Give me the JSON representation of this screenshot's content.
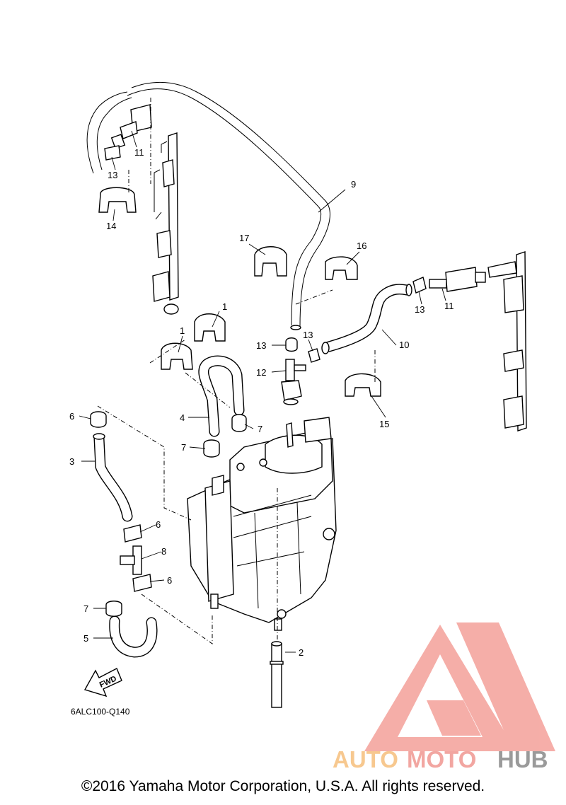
{
  "diagram": {
    "drawing_code": "6ALC100-Q140",
    "fwd_label": "FWD",
    "callouts": [
      {
        "id": "c1a",
        "text": "1"
      },
      {
        "id": "c1b",
        "text": "1"
      },
      {
        "id": "c2",
        "text": "2"
      },
      {
        "id": "c3",
        "text": "3"
      },
      {
        "id": "c4",
        "text": "4"
      },
      {
        "id": "c5",
        "text": "5"
      },
      {
        "id": "c6a",
        "text": "6"
      },
      {
        "id": "c6b",
        "text": "6"
      },
      {
        "id": "c6c",
        "text": "6"
      },
      {
        "id": "c7a",
        "text": "7"
      },
      {
        "id": "c7b",
        "text": "7"
      },
      {
        "id": "c7c",
        "text": "7"
      },
      {
        "id": "c8",
        "text": "8"
      },
      {
        "id": "c9",
        "text": "9"
      },
      {
        "id": "c10",
        "text": "10"
      },
      {
        "id": "c11a",
        "text": "11"
      },
      {
        "id": "c11b",
        "text": "11"
      },
      {
        "id": "c12",
        "text": "12"
      },
      {
        "id": "c13a",
        "text": "13"
      },
      {
        "id": "c13b",
        "text": "13"
      },
      {
        "id": "c13c",
        "text": "13"
      },
      {
        "id": "c13d",
        "text": "13"
      },
      {
        "id": "c14",
        "text": "14"
      },
      {
        "id": "c15",
        "text": "15"
      },
      {
        "id": "c16",
        "text": "16"
      },
      {
        "id": "c17",
        "text": "17"
      }
    ]
  },
  "watermark": {
    "auto": "AUTO",
    "moto": "MOTO",
    "hub": "HUB",
    "colors": {
      "logo": "#f4a09a",
      "auto": "#f7c88f",
      "moto": "#f2a6a1",
      "hub": "#9a9a9a"
    }
  },
  "copyright": "©2016 Yamaha Motor Corporation, U.S.A. All rights reserved."
}
